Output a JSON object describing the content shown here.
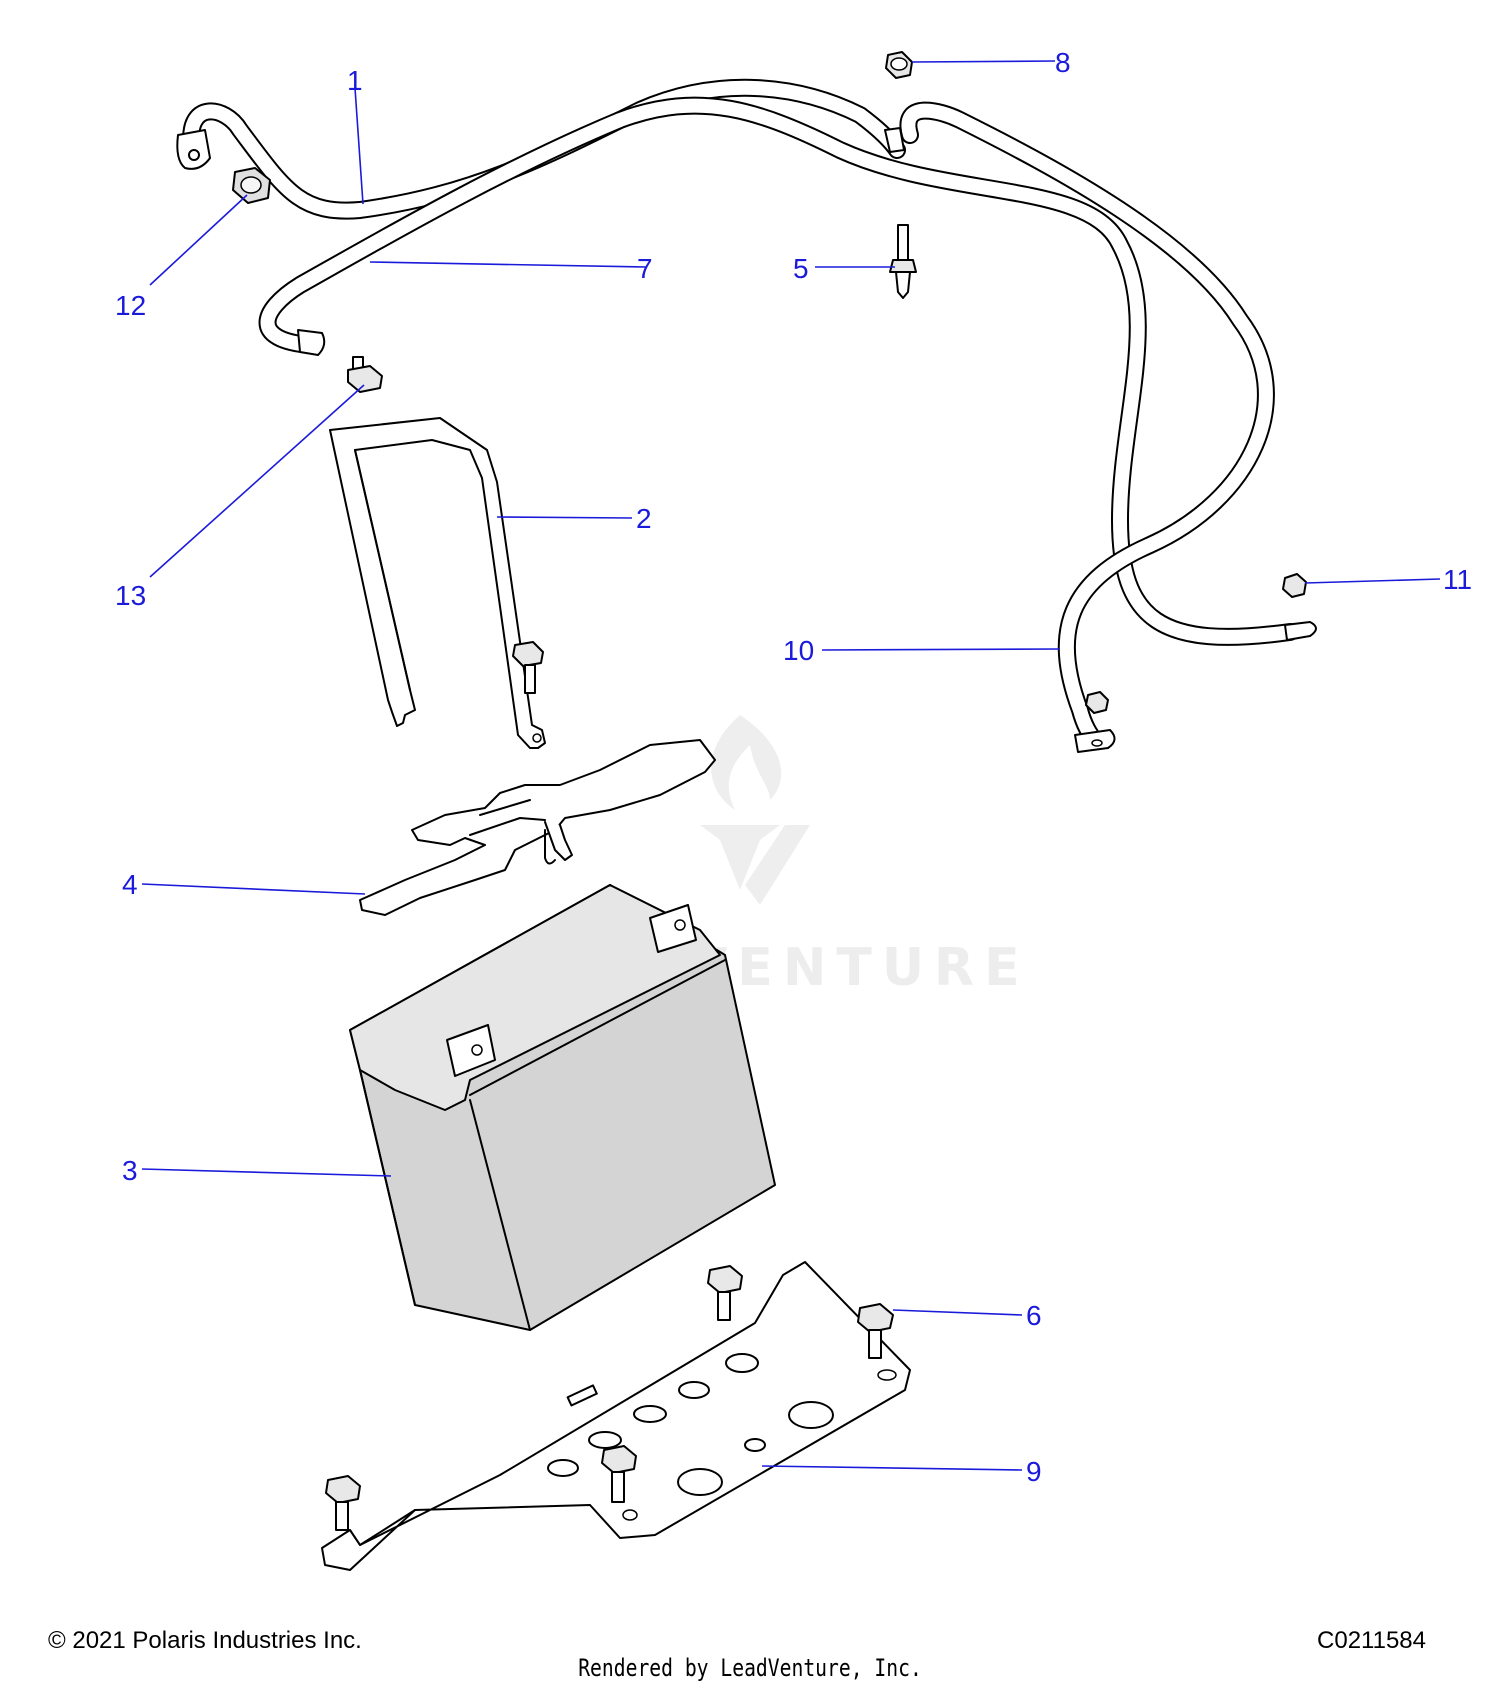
{
  "callouts": [
    {
      "id": "1",
      "label": "1"
    },
    {
      "id": "2",
      "label": "2"
    },
    {
      "id": "3",
      "label": "3"
    },
    {
      "id": "4",
      "label": "4"
    },
    {
      "id": "5",
      "label": "5"
    },
    {
      "id": "6",
      "label": "6"
    },
    {
      "id": "7",
      "label": "7"
    },
    {
      "id": "8",
      "label": "8"
    },
    {
      "id": "9",
      "label": "9"
    },
    {
      "id": "10",
      "label": "10"
    },
    {
      "id": "11",
      "label": "11"
    },
    {
      "id": "12",
      "label": "12"
    },
    {
      "id": "13",
      "label": "13"
    }
  ],
  "watermark": {
    "text": "LEADVENTURE"
  },
  "footer": {
    "copyright": "© 2021 Polaris Industries Inc.",
    "code": "C0211584",
    "rendered_by": "Rendered by LeadVenture, Inc."
  },
  "colors": {
    "callout": "#1a1adb",
    "battery_fill": "#d4d4d4",
    "watermark": "#ededed"
  }
}
